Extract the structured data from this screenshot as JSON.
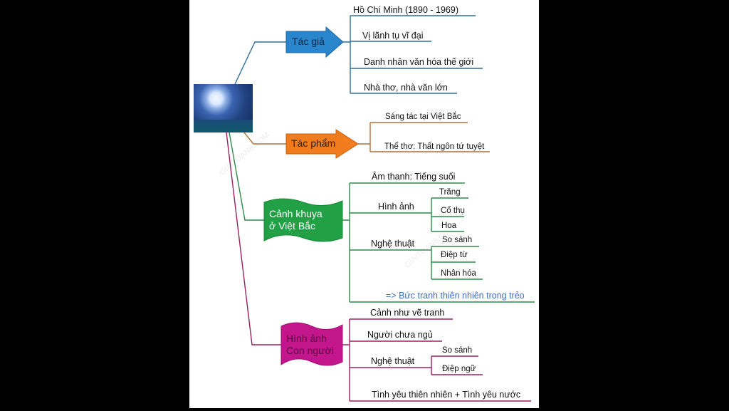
{
  "center": {
    "image": "moon-night-image"
  },
  "branches": [
    {
      "label": "Tác giả",
      "color": "#2a86cc",
      "items": [
        "Hồ Chí Minh (1890 - 1969)",
        "Vị lãnh tụ vĩ đại",
        "Danh nhân văn hóa thế giới",
        "Nhà thơ, nhà văn lớn"
      ]
    },
    {
      "label": "Tác phẩm",
      "color": "#f07c1e",
      "items": [
        "Sáng tác tại Việt Bắc",
        "Thể thơ: Thất ngôn tứ tuyệt"
      ]
    },
    {
      "label_lines": [
        "Cảnh khuya",
        "ở Việt Bắc"
      ],
      "color": "#22a046",
      "items": [
        {
          "label": "Âm thanh: Tiếng suối"
        },
        {
          "label": "Hình ảnh",
          "children": [
            "Trăng",
            "Cổ thụ",
            "Hoa"
          ]
        },
        {
          "label": "Nghệ thuật",
          "children": [
            "So sánh",
            "Điệp từ",
            "Nhân hóa"
          ]
        },
        {
          "label": "=> Bức tranh thiên nhiên trong trẻo"
        }
      ]
    },
    {
      "label_lines": [
        "Hình ảnh",
        "Con người"
      ],
      "color": "#c4168c",
      "items": [
        {
          "label": "Cảnh như vẽ tranh"
        },
        {
          "label": "Người chưa ngủ"
        },
        {
          "label": "Nghệ thuật",
          "children": [
            "So sánh",
            "Điệp ngữ"
          ]
        },
        {
          "label": "Tình yêu thiên nhiên + Tình yêu nước"
        }
      ]
    }
  ],
  "watermark": "GIAITOAN8.COM"
}
